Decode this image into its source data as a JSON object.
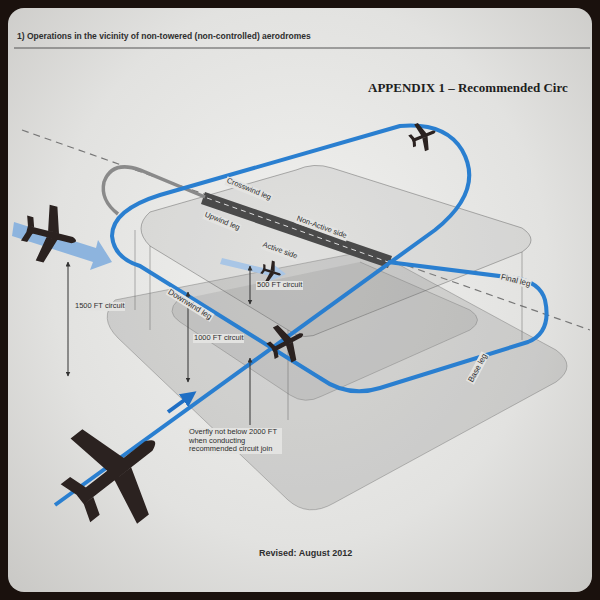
{
  "diagram": {
    "title": "APPENDIX 1 – Recommended Circ",
    "labels": [
      "1) Operations in the vicinity of non-towered (non-controlled) aerodromes",
      "Crosswind leg",
      "Upwind leg",
      "Non-Active side",
      "Active side",
      "500 FT circuit",
      "Downwind leg",
      "1500 FT circuit",
      "1000 FT circuit",
      "Final leg",
      "Base leg",
      "Overfly not below 2000 FT when conducting recommended circuit join",
      "Revised: August 2012"
    ]
  }
}
